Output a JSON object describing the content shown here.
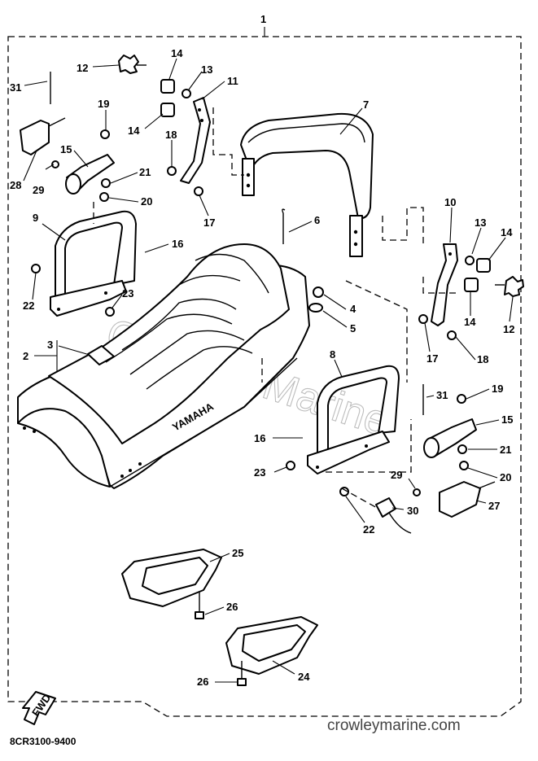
{
  "diagram": {
    "assembly_label": "1",
    "drawing_code": "8CR3100-9400",
    "fwd_label": "FWD",
    "brand_on_seat": "YAMAHA",
    "watermark": "Crowley Marine",
    "website": "crowleymarine.com",
    "callouts": [
      {
        "id": "c31a",
        "text": "31"
      },
      {
        "id": "c12a",
        "text": "12"
      },
      {
        "id": "c14a",
        "text": "14"
      },
      {
        "id": "c13a",
        "text": "13"
      },
      {
        "id": "c11",
        "text": "11"
      },
      {
        "id": "c14b",
        "text": "14"
      },
      {
        "id": "c19a",
        "text": "19"
      },
      {
        "id": "c18a",
        "text": "18"
      },
      {
        "id": "c7",
        "text": "7"
      },
      {
        "id": "c15a",
        "text": "15"
      },
      {
        "id": "c21a",
        "text": "21"
      },
      {
        "id": "c28",
        "text": "28"
      },
      {
        "id": "c29a",
        "text": "29"
      },
      {
        "id": "c20a",
        "text": "20"
      },
      {
        "id": "c17a",
        "text": "17"
      },
      {
        "id": "c9",
        "text": "9"
      },
      {
        "id": "c6",
        "text": "6"
      },
      {
        "id": "c10",
        "text": "10"
      },
      {
        "id": "c13b",
        "text": "13"
      },
      {
        "id": "c14c",
        "text": "14"
      },
      {
        "id": "c16a",
        "text": "16"
      },
      {
        "id": "c22a",
        "text": "22"
      },
      {
        "id": "c23a",
        "text": "23"
      },
      {
        "id": "c4",
        "text": "4"
      },
      {
        "id": "c14d",
        "text": "14"
      },
      {
        "id": "c5",
        "text": "5"
      },
      {
        "id": "c12b",
        "text": "12"
      },
      {
        "id": "c3",
        "text": "3"
      },
      {
        "id": "c2",
        "text": "2"
      },
      {
        "id": "c8",
        "text": "8"
      },
      {
        "id": "c17b",
        "text": "17"
      },
      {
        "id": "c18b",
        "text": "18"
      },
      {
        "id": "c19b",
        "text": "19"
      },
      {
        "id": "c31b",
        "text": "31"
      },
      {
        "id": "c15b",
        "text": "15"
      },
      {
        "id": "c16b",
        "text": "16"
      },
      {
        "id": "c21b",
        "text": "21"
      },
      {
        "id": "c23b",
        "text": "23"
      },
      {
        "id": "c20b",
        "text": "20"
      },
      {
        "id": "c29b",
        "text": "29"
      },
      {
        "id": "c27",
        "text": "27"
      },
      {
        "id": "c30",
        "text": "30"
      },
      {
        "id": "c22b",
        "text": "22"
      },
      {
        "id": "c25",
        "text": "25"
      },
      {
        "id": "c26a",
        "text": "26"
      },
      {
        "id": "c24",
        "text": "24"
      },
      {
        "id": "c26b",
        "text": "26"
      }
    ]
  }
}
